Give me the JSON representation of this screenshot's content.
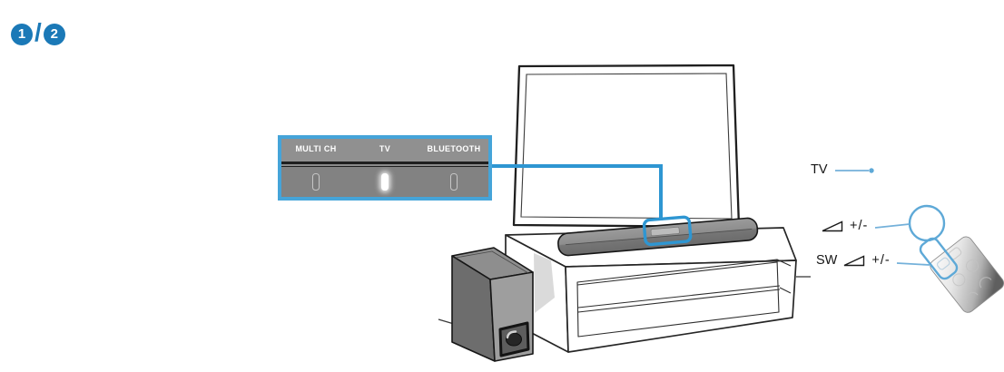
{
  "colors": {
    "accent": "#2e96d2",
    "callout_border": "#45a4d9",
    "leader_blue": "#74b1da",
    "step_badge_blue": "#1b79b7",
    "panel_bg": "#898989",
    "panel_text": "#ffffff"
  },
  "step_indicator": {
    "current": "1",
    "separator": "/",
    "total": "2"
  },
  "front_panel_callout": {
    "indicators": [
      {
        "label": "MULTI CH",
        "lit": false
      },
      {
        "label": "TV",
        "lit": true
      },
      {
        "label": "BLUETOOTH",
        "lit": false
      }
    ]
  },
  "remote_annotations": {
    "tv": {
      "label": "TV"
    },
    "volume": {
      "icon": "volume-ramp-icon",
      "label": "+/-"
    },
    "sw_volume": {
      "prefix": "SW",
      "icon": "volume-ramp-icon",
      "label": "+/-"
    }
  },
  "scene": {
    "devices": [
      "tv",
      "tv-stand",
      "soundbar",
      "subwoofer",
      "remote-control"
    ],
    "highlight": "soundbar-display"
  }
}
